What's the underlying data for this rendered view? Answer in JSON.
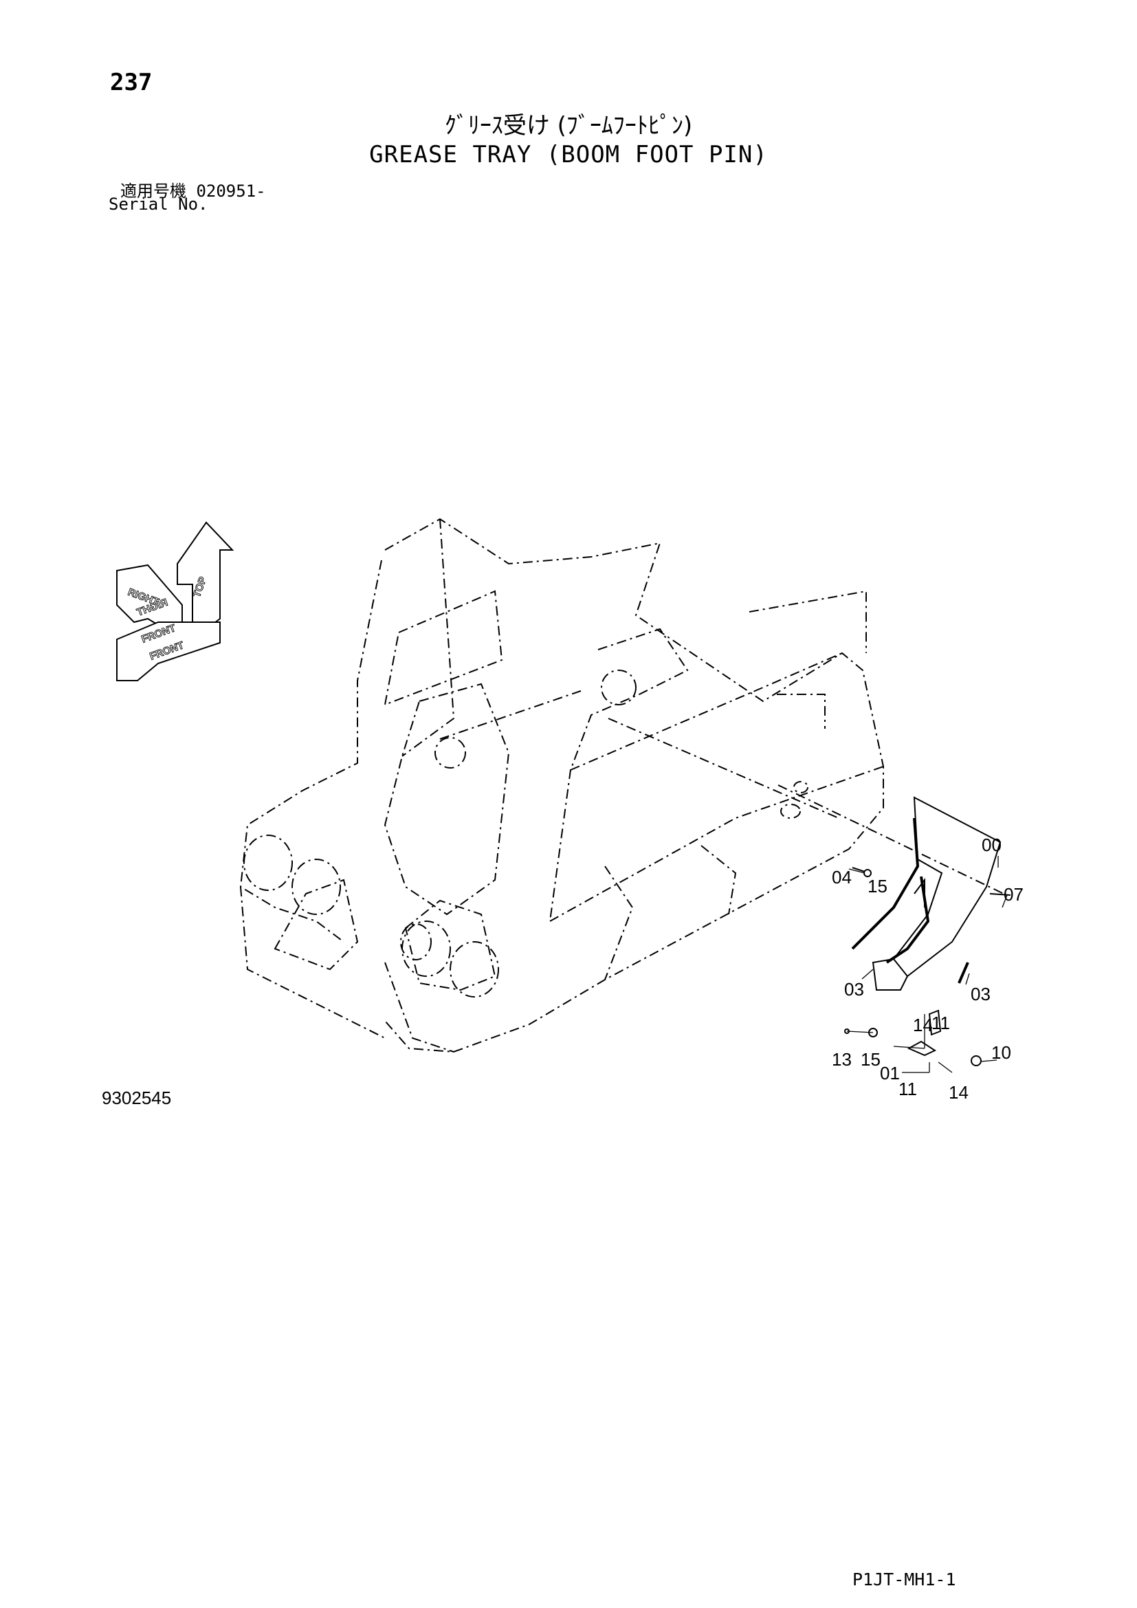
{
  "header": {
    "page_number": "237",
    "title_jp": "ｸﾞﾘｰｽ受け (ﾌﾞｰﾑﾌｰﾄﾋﾟﾝ)",
    "title_en": "GREASE TRAY (BOOM FOOT PIN)",
    "serial_jp": "適用号機  020951-",
    "serial_en": "Serial No."
  },
  "orientation": {
    "top": "TOP",
    "right": "RIGHT",
    "right_mirror": "RIGHT",
    "front": "FRONT",
    "front_mirror": "FRONT"
  },
  "callouts": {
    "c00": "00",
    "c04": "04",
    "c15a": "15",
    "c07": "07",
    "c03a": "03",
    "c03b": "03",
    "c14a": "14",
    "c11a": "11",
    "c10": "10",
    "c13": "13",
    "c15b": "15",
    "c01": "01",
    "c11b": "11",
    "c14b": "14"
  },
  "footer": {
    "drawing_number": "9302545",
    "doc_code": "P1JT-MH1-1"
  }
}
